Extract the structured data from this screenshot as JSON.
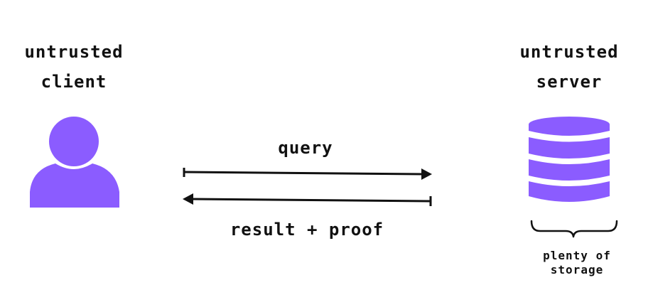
{
  "colors": {
    "accent": "#8B5CFF",
    "ink": "#111111",
    "background": "#ffffff"
  },
  "client": {
    "label_line1": "untrusted",
    "label_line2": "client",
    "icon": "user-icon"
  },
  "server": {
    "label_line1": "untrusted",
    "label_line2": "server",
    "icon": "database-icon",
    "brace_icon": "curly-brace-icon",
    "note_line1": "plenty of",
    "note_line2": "storage"
  },
  "arrows": {
    "request_label": "query",
    "response_label": "result + proof"
  }
}
